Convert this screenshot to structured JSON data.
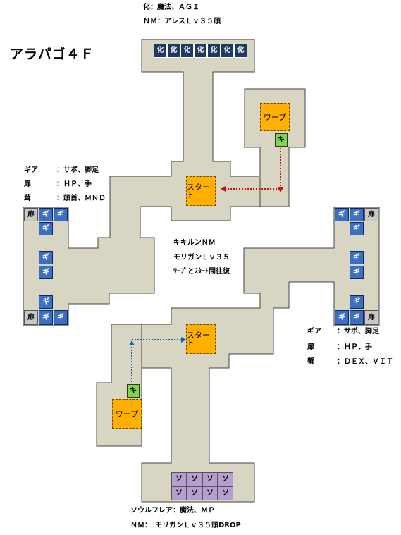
{
  "map": {
    "title": "アラパゴ４Ｆ"
  },
  "top_info": {
    "line1": "化：魔法、ＡＧＩ",
    "line2": "ＮＭ：アレスＬｖ３５頭"
  },
  "left_info": [
    {
      "key": "ギア",
      "value": "：サポ、脚足"
    },
    {
      "key": "扉",
      "value": "：ＨＰ、手"
    },
    {
      "key": "茸",
      "value": "：頭首、ＭＮＤ"
    }
  ],
  "right_info": [
    {
      "key": "ギア",
      "value": "：サポ、脚足"
    },
    {
      "key": "扉",
      "value": "：ＨＰ、手"
    },
    {
      "key": "蟹",
      "value": "：ＤＥＸ、ＶＩＴ"
    }
  ],
  "center_info": {
    "line1": "キキルンＮＭ",
    "line2": "モリガンＬｖ３５",
    "line3": "ﾜｰﾌﾟとｽﾀｰﾄ間往復"
  },
  "bottom_info": {
    "line1": "ソウルフレア：魔法、ＭＰ",
    "line2": "ＮＭ：　モリガンＬｖ３５頭DROP"
  },
  "labels": {
    "ka": "化",
    "gi": "ギ",
    "tobira": "扉",
    "so": "ソ",
    "ki": "キ",
    "start": "スタート",
    "warp": "ワープ"
  },
  "colors": {
    "floor": "#d9d5c3",
    "wall_outline": "#444444",
    "navy": "#1f3a62",
    "blue": "#3a6fc4",
    "purple": "#b59ed0",
    "green": "#7fd84a",
    "orange": "#ffb000",
    "arrow_red": "#d01010",
    "arrow_blue": "#1060b0"
  }
}
